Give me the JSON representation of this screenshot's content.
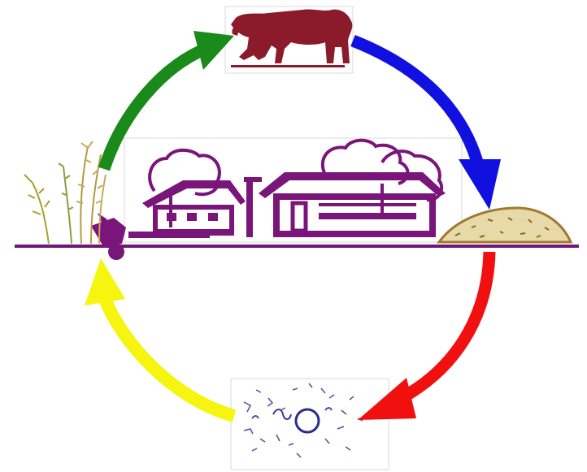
{
  "diagram": {
    "type": "cycle",
    "stages": [
      {
        "id": "cow",
        "icon": "cow-icon",
        "color": "#8b1a2b"
      },
      {
        "id": "manure",
        "icon": "manure-pile-icon",
        "color": "#a07a30"
      },
      {
        "id": "soil",
        "icon": "soil-microbes-icon",
        "color": "#5a4aa0"
      },
      {
        "id": "plants",
        "icon": "crop-plants-icon",
        "color": "#9a8a30"
      }
    ],
    "center": {
      "icon": "farm-buildings-icon",
      "color": "#7a157a"
    },
    "arrows": [
      {
        "from": "plants",
        "to": "cow",
        "color": "#1a8a1a"
      },
      {
        "from": "cow",
        "to": "manure",
        "color": "#1010e0"
      },
      {
        "from": "manure",
        "to": "soil",
        "color": "#f01010"
      },
      {
        "from": "soil",
        "to": "plants",
        "color": "#f5f510"
      }
    ]
  }
}
